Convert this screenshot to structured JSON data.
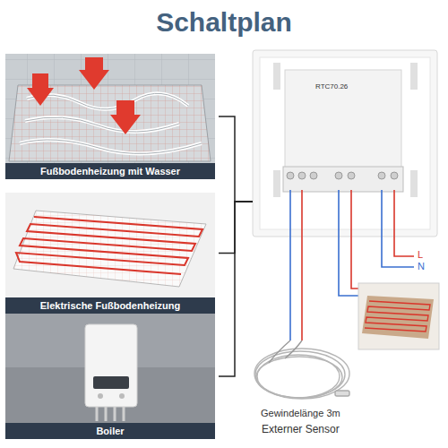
{
  "diagram": {
    "title": "Schaltplan",
    "nodes": [
      {
        "text": [
          "Fußbodenheizung mit Wasser"
        ]
      },
      {
        "text": [
          "Elektrische Fußbodenheizung"
        ]
      },
      {
        "text": [
          "Boiler"
        ]
      },
      {
        "text": [
          "RTC70.26"
        ]
      }
    ],
    "edges": [
      {
        "from": 0,
        "to": 3,
        "arrow": "none"
      },
      {
        "from": 1,
        "to": 3,
        "arrow": "none"
      },
      {
        "from": 2,
        "to": 3,
        "arrow": "none"
      }
    ],
    "labels": [
      "L",
      "N",
      "Gewindelänge 3m",
      "Externer Sensor"
    ]
  }
}
